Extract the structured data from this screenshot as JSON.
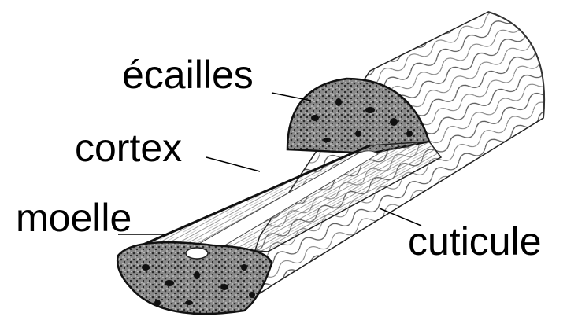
{
  "labels": {
    "ecailles": "écailles",
    "cortex": "cortex",
    "moelle": "moelle",
    "cuticule": "cuticule"
  },
  "colors": {
    "ink": "#000000",
    "background": "#ffffff",
    "stipple": "#3a3a3a"
  }
}
